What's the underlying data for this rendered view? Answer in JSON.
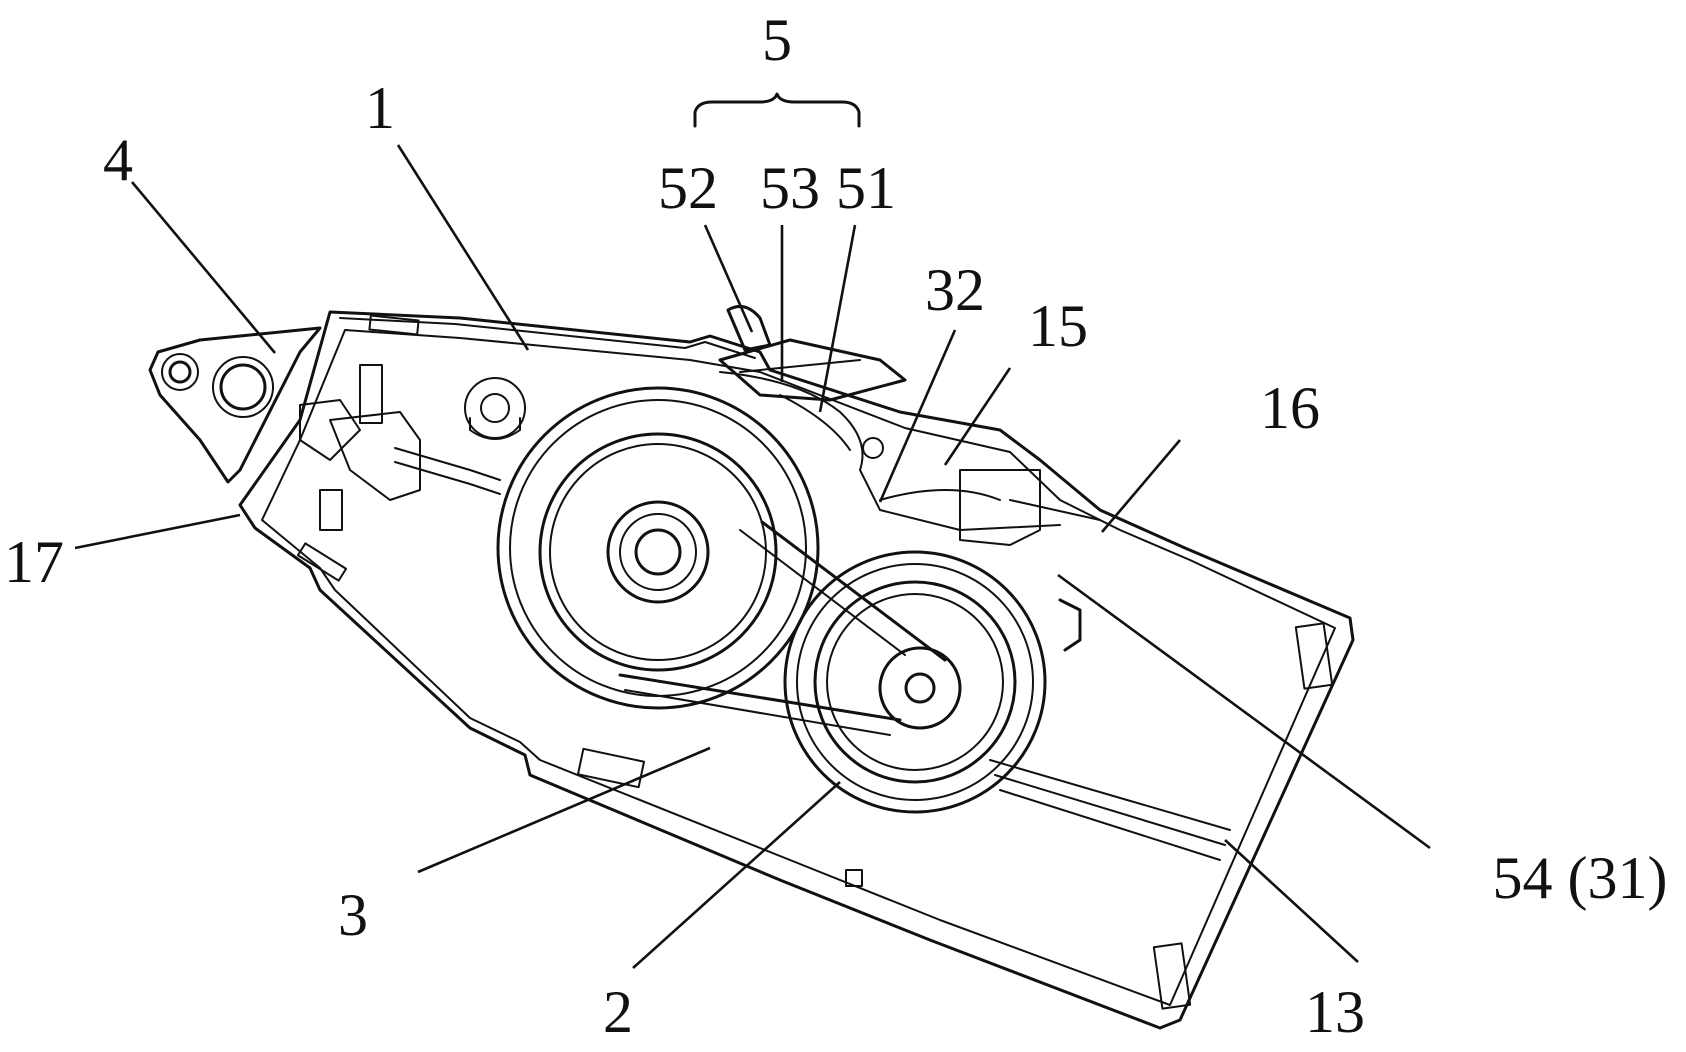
{
  "labels": {
    "l1": "1",
    "l2": "2",
    "l3": "3",
    "l4": "4",
    "l5": "5",
    "l13": "13",
    "l15": "15",
    "l16": "16",
    "l17": "17",
    "l32": "32",
    "l51": "51",
    "l52": "52",
    "l53": "53",
    "l54": "54 (31)"
  }
}
